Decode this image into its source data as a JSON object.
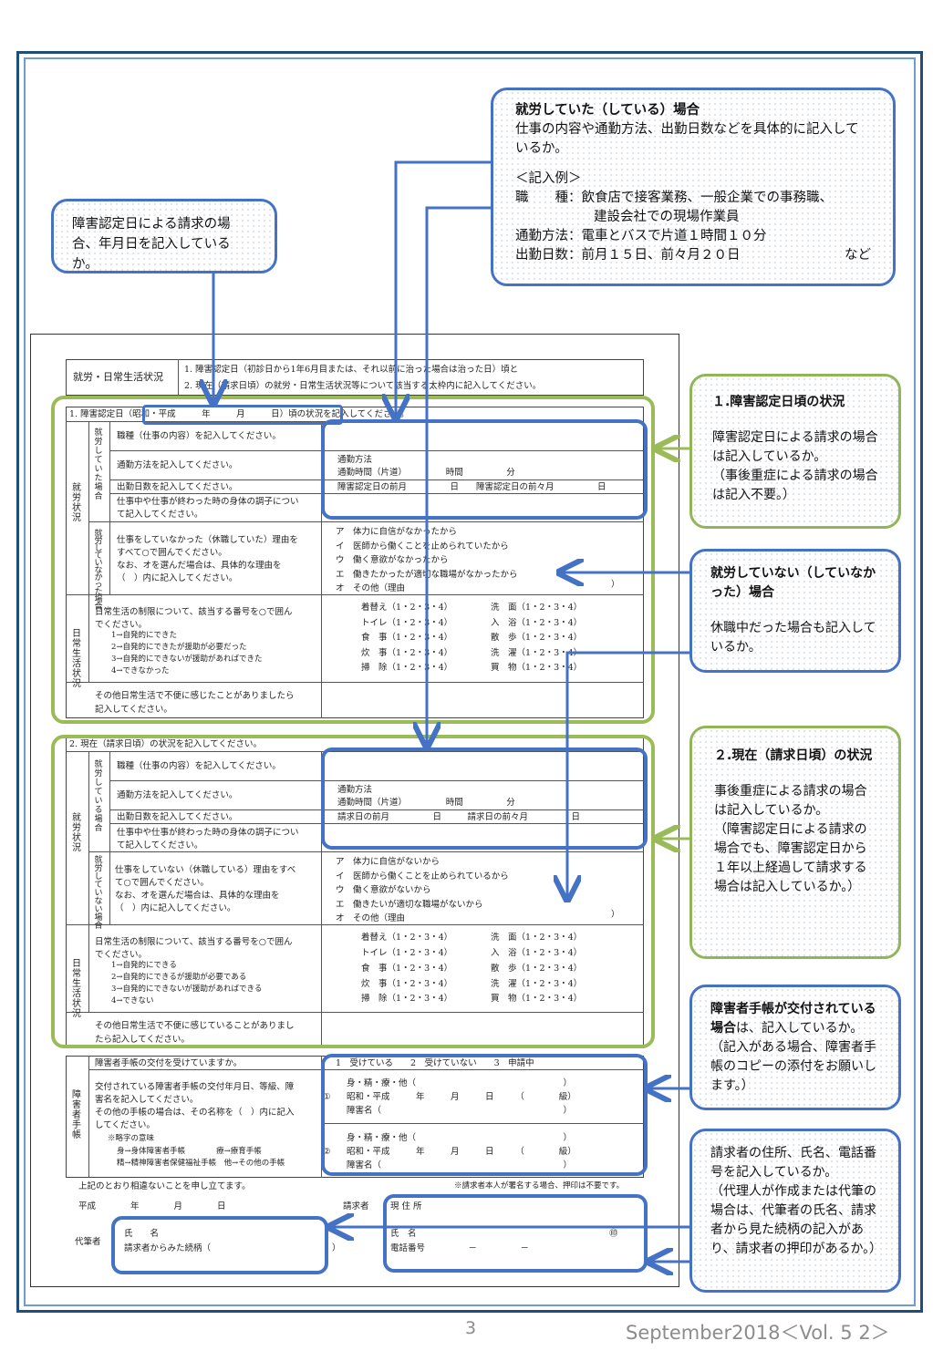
{
  "callouts": {
    "working": {
      "title": "就労していた（している）場合",
      "body": "仕事の内容や通勤方法、出勤日数などを具体的に記入しているか。",
      "example_label": "＜記入例＞",
      "ex1_label": "職　　種：",
      "ex1_value": "飲食店で接客業務、一般企業での事務職、",
      "ex1_value2": "建設会社での現場作業員",
      "ex2_label": "通勤方法：",
      "ex2_value": "電車とバスで片道１時間１０分",
      "ex3_label": "出勤日数：",
      "ex3_value": "前月１５日、前々月２０日",
      "ex3_suffix": "など"
    },
    "date": {
      "body": "障害認定日による請求の場合、年月日を記入しているか。"
    },
    "section1": {
      "title": "１.障害認定日頃の状況",
      "body": "障害認定日による請求の場合は記入しているか。",
      "note": "（事後重症による請求の場合は記入不要。）"
    },
    "not_working": {
      "title": "就労していない（していなかった）場合",
      "body": "休職中だった場合も記入しているか。"
    },
    "section2": {
      "title": "２.現在（請求日頃）の状況",
      "body": "事後重症による請求の場合は記入しているか。",
      "note": "（障害認定日による請求の場合でも、障害認定日から１年以上経過して請求する場合は記入しているか。）"
    },
    "handbook": {
      "title": "障害者手帳が交付されている場合",
      "title_suffix": "は、記入しているか。",
      "note": "（記入がある場合、障害者手帳のコピーの添付をお願いします。）"
    },
    "claimant": {
      "body": "請求者の住所、氏名、電話番号を記入しているか。",
      "note": "（代理人が作成または代筆の場合は、代筆者の氏名、請求者から見た続柄の記入があり、請求者の押印があるか。）"
    }
  },
  "form": {
    "header_label": "就労・日常生活状況",
    "header_text1": "1. 障害認定日（初診日から1年6月目または、それ以前に治った場合は治った日）頃と",
    "header_text2": "2. 現在（請求日頃）の就労・日常生活状況等について該当する太枠内に記入してください。",
    "s1_title": "1. 障害認定日（昭和・平成　　　年　　　月　　　日）頃の状況を記入してください。",
    "s2_title": "2. 現在（請求日頃）の状況を記入してください。",
    "work_status": "就労状況",
    "was_working": "就労していた場合",
    "is_working": "就労している場合",
    "not_was_working": "就労していなかった場合",
    "not_is_working": "就労していない場合",
    "daily_status": "日常生活状況",
    "row_job": "職種（仕事の内容）を記入してください。",
    "row_commute": "通勤方法を記入してください。",
    "row_days": "出勤日数を記入してください。",
    "row_condition1": "仕事中や仕事が終わった時の身体の調子につい",
    "row_condition2": "て記入してください。",
    "commute_method": "通勤方法",
    "commute_time": "通勤時間（片道）　　　　　時間　　　　　分",
    "days_s1": "障害認定日の前月　　　　　日　　障害認定日の前々月　　　　　日",
    "days_s2": "請求日の前月　　　　　日　　　請求日の前々月　　　　　日",
    "reason_s1_1": "仕事をしていなかった（休職していた）理由を",
    "reason_s1_2": "すべて○で囲んでください。",
    "reason_s2_1": "仕事をしていない（休職している）理由をすべ",
    "reason_s2_2": "て○で囲んでください。",
    "reason_3": "なお、オを選んだ場合は、具体的な理由を",
    "reason_4": "（　）内に記入してください。",
    "opt_a_s1": "ア　体力に自信がなかったから",
    "opt_i_s1": "イ　医師から働くことを止められていたから",
    "opt_u_s1": "ウ　働く意欲がなかったから",
    "opt_e_s1": "エ　働きたかったが適切な職場がなかったから",
    "opt_a_s2": "ア　体力に自信がないから",
    "opt_i_s2": "イ　医師から働くことを止められているから",
    "opt_u_s2": "ウ　働く意欲がないから",
    "opt_e_s2": "エ　働きたいが適切な職場がないから",
    "opt_o": "オ　その他（理由",
    "paren_close": "）",
    "daily_1": "日常生活の制限について、該当する番号を○で囲ん",
    "daily_2": "でください。",
    "scale_1_s1": "1→自発的にできた",
    "scale_2_s1": "2→自発的にできたが援助が必要だった",
    "scale_3_s1": "3→自発的にできないが援助があればできた",
    "scale_4_s1": "4→できなかった",
    "scale_1_s2": "1→自発的にできる",
    "scale_2_s2": "2→自発的にできるが援助が必要である",
    "scale_3_s2": "3→自発的にできないが援助があればできる",
    "scale_4_s2": "4→できない",
    "act_l1": "着替え（1・2・3・4）",
    "act_l2": "トイレ（1・2・3・4）",
    "act_l3": "食　事（1・2・3・4）",
    "act_l4": "炊　事（1・2・3・4）",
    "act_l5": "掃　除（1・2・3・4）",
    "act_r1": "洗　面（1・2・3・4）",
    "act_r2": "入　浴（1・2・3・4）",
    "act_r3": "散　歩（1・2・3・4）",
    "act_r4": "洗　濯（1・2・3・4）",
    "act_r5": "買　物（1・2・3・4）",
    "other_s1_1": "その他日常生活で不便に感じたことがありましたら",
    "other_s1_2": "記入してください。",
    "other_s2_1": "その他日常生活で不便に感じていることがありまし",
    "other_s2_2": "たら記入してください。",
    "handbook_label": "障害者手帳",
    "hb_q": "障害者手帳の交付を受けていますか。",
    "hb_opts": "1　受けている　　2　受けていない　　3　申請中",
    "hb_d1": "交付されている障害者手帳の交付年月日、等級、障",
    "hb_d2": "害名を記入してください。",
    "hb_d3": "その他の手帳の場合は、その名称を（　）内に記入",
    "hb_d4": "してください。",
    "hb_abbr": "※略字の意味",
    "hb_a1": "身→身体障害者手帳　　　　療→療育手帳",
    "hb_a2": "精→精神障害者保健福祉手帳　他→その他の手帳",
    "hb_e1": "身・精・療・他（　　　　　　　　　　　　　　　　　）",
    "hb_e2": "昭和・平成　　　年　　　月　　　日　　　（　　　　級）",
    "hb_e3": "障害名（　　　　　　　　　　　　　　　　　　　　　）",
    "hb_n1": "①",
    "hb_n2": "②",
    "declare": "上記のとおり相違ないことを申し立てます。",
    "sign_note": "※請求者本人が署名する場合、押印は不要です。",
    "date_line": "平成　　　　年　　　　月　　　　日",
    "claimant_label": "請求者",
    "address": "現 住 所",
    "name": "氏　名",
    "seal": "㊞",
    "phone": "電話番号　　　　　－　　　　　－",
    "proxy_label": "代筆者",
    "proxy_name": "氏　　名",
    "proxy_rel": "請求者からみた続柄（　　　　　　　　　　　　　　）"
  },
  "footer": {
    "page": "3",
    "vol": "September2018＜Vol. 5 2＞"
  },
  "colors": {
    "blue": "#4472c4",
    "green": "#9bbb59",
    "navy": "#1f4e79"
  }
}
